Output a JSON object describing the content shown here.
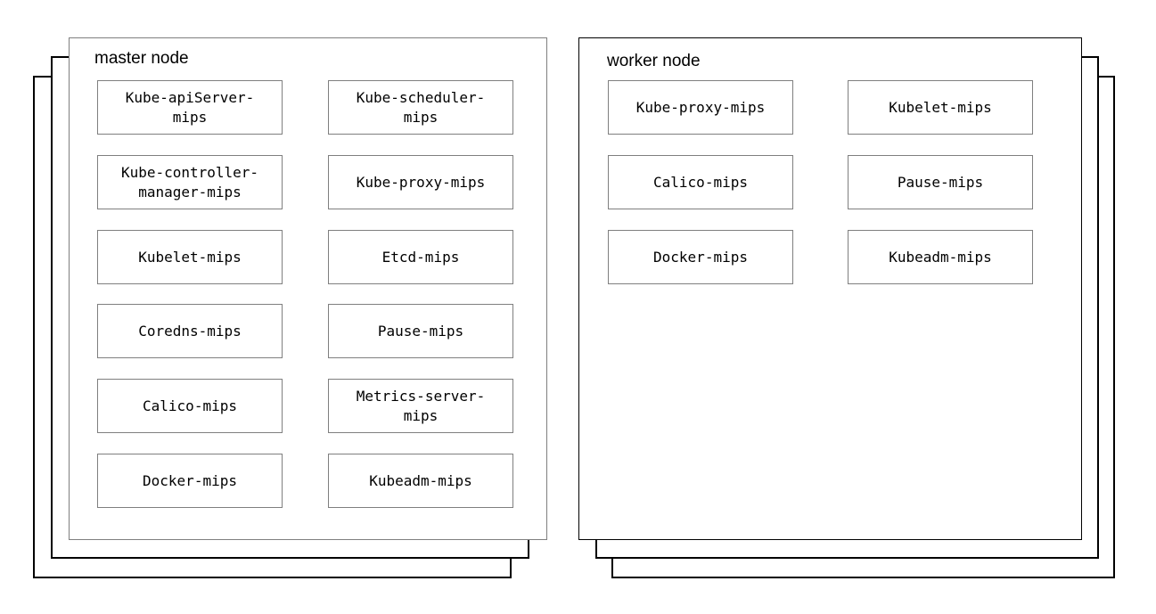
{
  "colors": {
    "background": "#ffffff",
    "node_border_gray": "#7f7f7f",
    "stack_border_black": "#000000",
    "text": "#000000"
  },
  "master_node": {
    "title": "master node",
    "items": [
      {
        "label": "Kube-apiServer-\nmips"
      },
      {
        "label": "Kube-scheduler-\nmips"
      },
      {
        "label": "Kube-controller-\nmanager-mips"
      },
      {
        "label": "Kube-proxy-mips"
      },
      {
        "label": "Kubelet-mips"
      },
      {
        "label": "Etcd-mips"
      },
      {
        "label": "Coredns-mips"
      },
      {
        "label": "Pause-mips"
      },
      {
        "label": "Calico-mips"
      },
      {
        "label": "Metrics-server-\nmips"
      },
      {
        "label": "Docker-mips"
      },
      {
        "label": "Kubeadm-mips"
      }
    ]
  },
  "worker_node": {
    "title": "worker node",
    "items": [
      {
        "label": "Kube-proxy-mips"
      },
      {
        "label": "Kubelet-mips"
      },
      {
        "label": "Calico-mips"
      },
      {
        "label": "Pause-mips"
      },
      {
        "label": "Docker-mips"
      },
      {
        "label": "Kubeadm-mips"
      }
    ]
  }
}
